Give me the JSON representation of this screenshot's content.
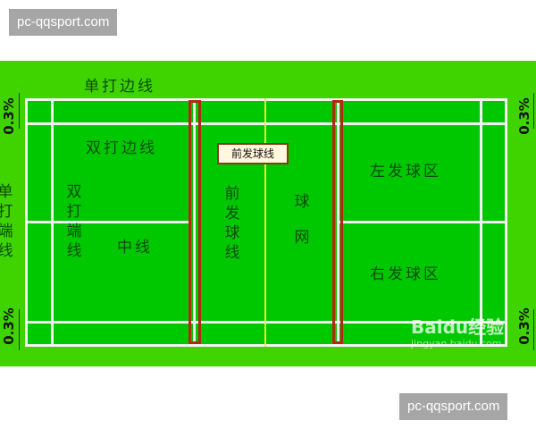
{
  "watermark": "pc-qqsport.com",
  "labels": {
    "singles_sideline": "单打边线",
    "doubles_sideline": "双打边线",
    "singles_backline": "单打端线",
    "doubles_backline": "双打端线",
    "center_line": "中线",
    "short_service_line": "前发球线",
    "short_service_callout": "前发球线",
    "net": "球网",
    "left_service_court": "左发球区",
    "right_service_court": "右发球区",
    "margin_pct": "0.3%"
  },
  "logo": {
    "brand": "Baidu经验",
    "url_text": "jingyan.baidu.com"
  },
  "colors": {
    "field": "#3fd400",
    "court": "#00c800",
    "lines": "#f4f4f4",
    "net": "#e8f040",
    "highlight": "#b02a10"
  }
}
